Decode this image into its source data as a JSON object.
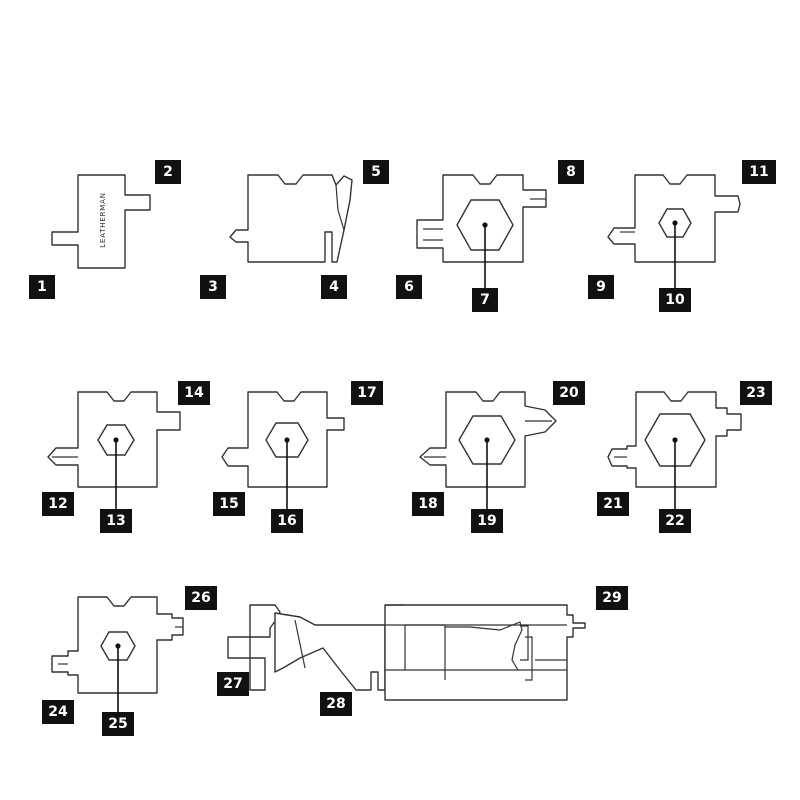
{
  "brand_mark": "LEATHERMAN",
  "callouts": [
    "1",
    "2",
    "3",
    "4",
    "5",
    "6",
    "7",
    "8",
    "9",
    "10",
    "11",
    "12",
    "13",
    "14",
    "15",
    "16",
    "17",
    "18",
    "19",
    "20",
    "21",
    "22",
    "23",
    "24",
    "25",
    "26",
    "27",
    "28",
    "29"
  ],
  "colors": {
    "outline": "#333333",
    "callout_fill": "#111111",
    "callout_text": "#ffffff",
    "background": "#ffffff"
  }
}
